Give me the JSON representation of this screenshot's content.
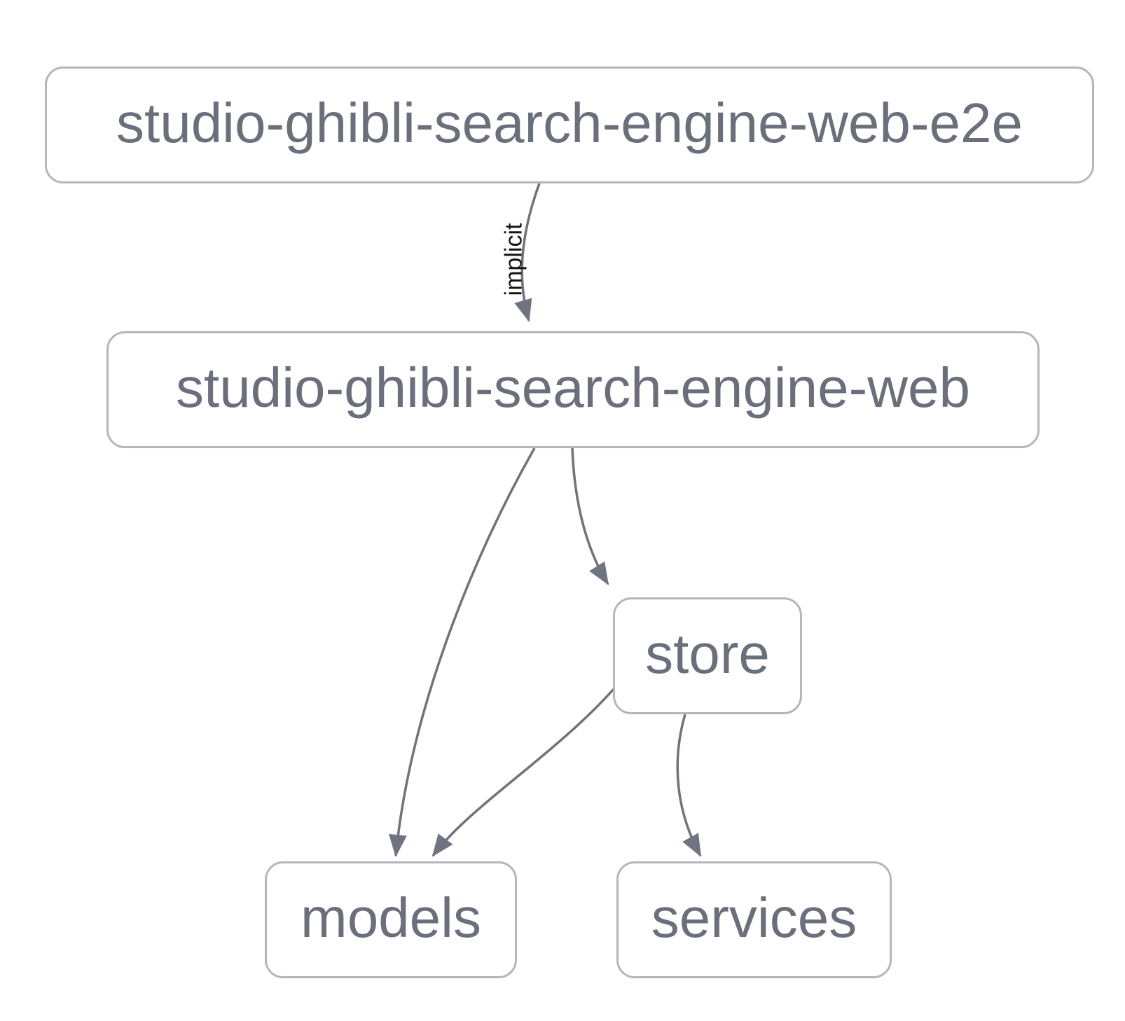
{
  "diagram": {
    "type": "dependency-graph",
    "background_color": "#ffffff",
    "node_fill_color": "#ffffff",
    "node_border_color": "#b5b5bd",
    "node_text_color": "#6a6f7c",
    "edge_color": "#70737b",
    "arrowhead_color": "#6f7480",
    "edge_label_color": "#141414",
    "nodes": [
      {
        "id": "e2e",
        "label": "studio-ghibli-search-engine-web-e2e"
      },
      {
        "id": "web",
        "label": "studio-ghibli-search-engine-web"
      },
      {
        "id": "store",
        "label": "store"
      },
      {
        "id": "models",
        "label": "models"
      },
      {
        "id": "services",
        "label": "services"
      }
    ],
    "edges": [
      {
        "from": "studio-ghibli-search-engine-web-e2e",
        "to": "studio-ghibli-search-engine-web",
        "label": "implicit"
      },
      {
        "from": "studio-ghibli-search-engine-web",
        "to": "models",
        "label": ""
      },
      {
        "from": "studio-ghibli-search-engine-web",
        "to": "store",
        "label": ""
      },
      {
        "from": "store",
        "to": "models",
        "label": ""
      },
      {
        "from": "store",
        "to": "services",
        "label": ""
      }
    ]
  }
}
